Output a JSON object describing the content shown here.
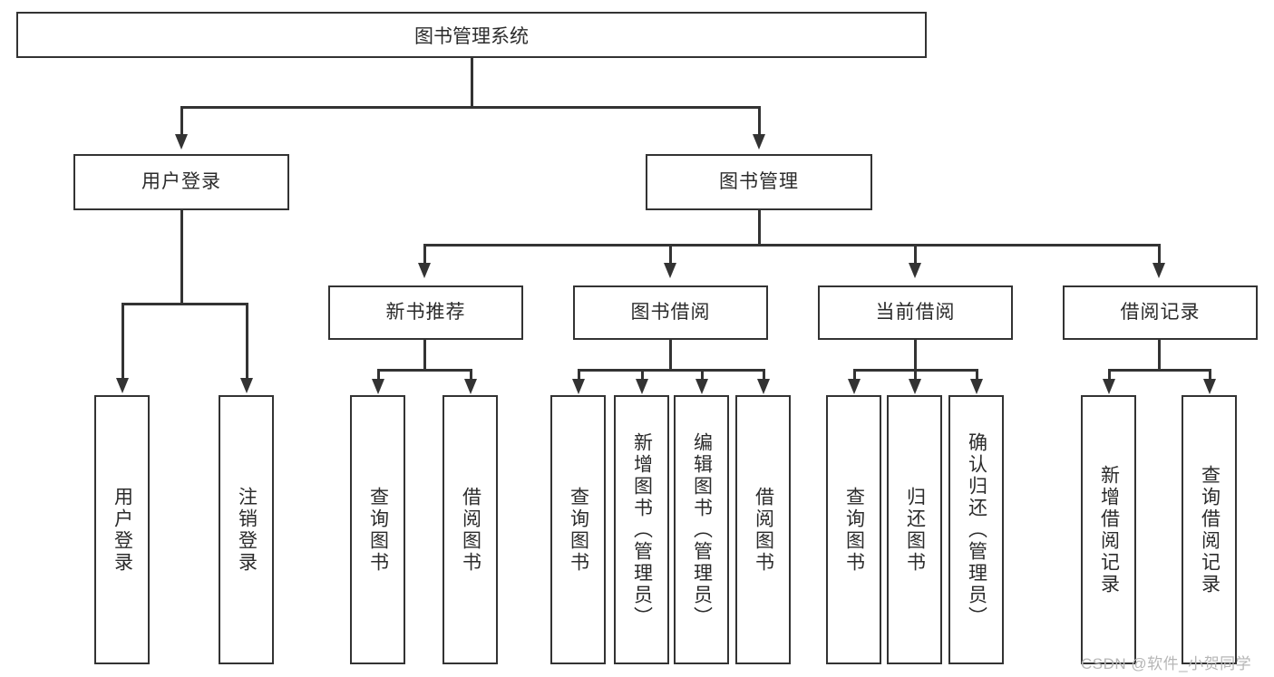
{
  "diagram": {
    "type": "hierarchy-tree",
    "title": "图书管理系统",
    "root": {
      "label": "图书管理系统"
    },
    "level2": [
      {
        "id": "user-login",
        "label": "用户登录"
      },
      {
        "id": "book-management",
        "label": "图书管理"
      }
    ],
    "level3": [
      {
        "id": "new-book-recommend",
        "label": "新书推荐",
        "parent": "book-management"
      },
      {
        "id": "book-borrow",
        "label": "图书借阅",
        "parent": "book-management"
      },
      {
        "id": "current-borrow",
        "label": "当前借阅",
        "parent": "book-management"
      },
      {
        "id": "borrow-record",
        "label": "借阅记录",
        "parent": "book-management"
      }
    ],
    "leaves": {
      "user_login": [
        {
          "id": "leaf-user-login",
          "label": "用户登录"
        },
        {
          "id": "leaf-user-logout",
          "label": "注销登录"
        }
      ],
      "new_book_recommend": [
        {
          "id": "leaf-query-book-1",
          "label": "查询图书"
        },
        {
          "id": "leaf-borrow-book-1",
          "label": "借阅图书"
        }
      ],
      "book_borrow": [
        {
          "id": "leaf-query-book-2",
          "label": "查询图书"
        },
        {
          "id": "leaf-add-book",
          "label": "新增图书（管理员）"
        },
        {
          "id": "leaf-edit-book",
          "label": "编辑图书（管理员）"
        },
        {
          "id": "leaf-borrow-book-2",
          "label": "借阅图书"
        }
      ],
      "current_borrow": [
        {
          "id": "leaf-query-book-3",
          "label": "查询图书"
        },
        {
          "id": "leaf-return-book",
          "label": "归还图书"
        },
        {
          "id": "leaf-confirm-return",
          "label": "确认归还（管理员）"
        }
      ],
      "borrow_record": [
        {
          "id": "leaf-add-record",
          "label": "新增借阅记录"
        },
        {
          "id": "leaf-query-record",
          "label": "查询借阅记录"
        }
      ]
    }
  },
  "watermark": {
    "text": "CSDN @软件_小贺同学"
  },
  "colors": {
    "stroke": "#333333",
    "text": "#2b2b2b",
    "background": "#ffffff",
    "watermark": "#b6b6b6"
  }
}
